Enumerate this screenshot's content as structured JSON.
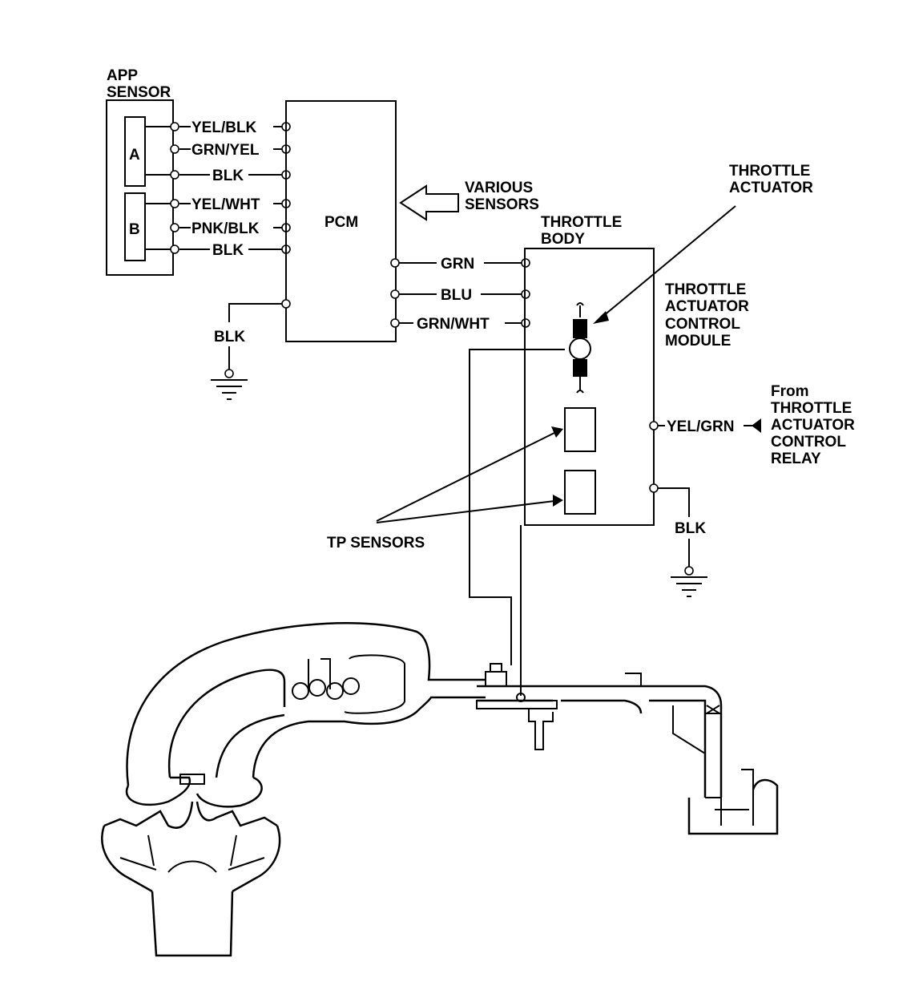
{
  "app_sensor": {
    "label_line1": "APP",
    "label_line2": "SENSOR",
    "section_a": "A",
    "section_b": "B"
  },
  "pcm": {
    "label": "PCM"
  },
  "wires_left": [
    "YEL/BLK",
    "GRN/YEL",
    "BLK",
    "YEL/WHT",
    "PNK/BLK",
    "BLK"
  ],
  "pcm_ground": "BLK",
  "various_sensors": {
    "line1": "VARIOUS",
    "line2": "SENSORS"
  },
  "throttle_body": {
    "line1": "THROTTLE",
    "line2": "BODY"
  },
  "wires_right": [
    "GRN",
    "BLU",
    "GRN/WHT"
  ],
  "throttle_actuator": {
    "line1": "THROTTLE",
    "line2": "ACTUATOR"
  },
  "tacm": {
    "line1": "THROTTLE",
    "line2": "ACTUATOR",
    "line3": "CONTROL",
    "line4": "MODULE"
  },
  "relay_wire": "YEL/GRN",
  "from_relay": {
    "line1": "From",
    "line2": "THROTTLE",
    "line3": "ACTUATOR",
    "line4": "CONTROL",
    "line5": "RELAY"
  },
  "module_ground": "BLK",
  "tp_sensors": "TP SENSORS"
}
